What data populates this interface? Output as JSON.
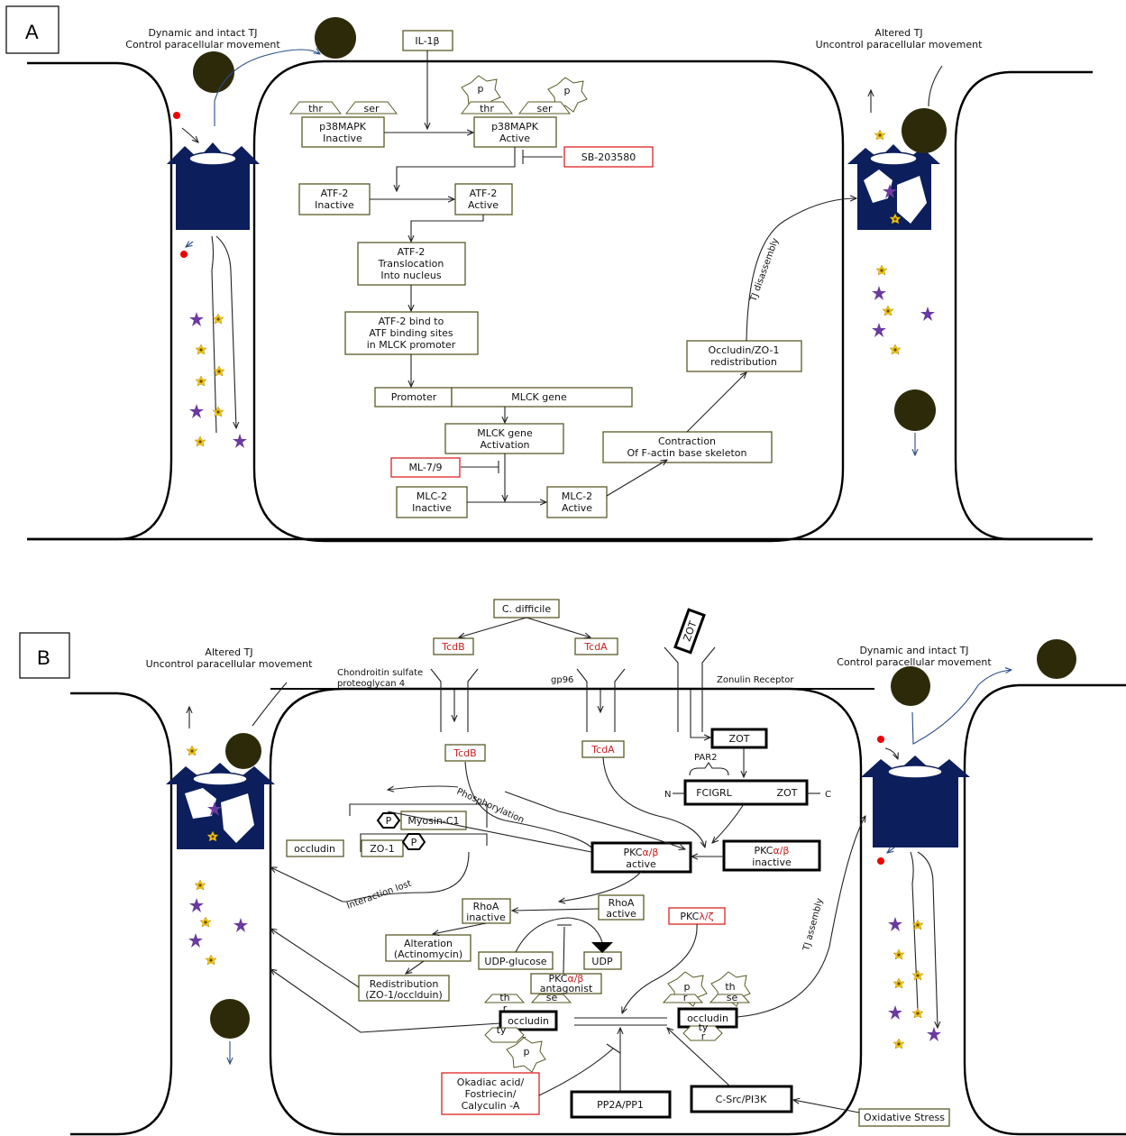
{
  "panels": {
    "a": {
      "label": "A",
      "left_caption": [
        "Dynamic and intact TJ",
        "Control paracellular movement"
      ],
      "right_caption": [
        "Altered TJ",
        "Uncontrol paracellular movement"
      ],
      "nodes": {
        "il1b": [
          "IL-1β"
        ],
        "thr1": [
          "thr"
        ],
        "ser1": [
          "ser"
        ],
        "p38_inactive": [
          "p38MAPK",
          "Inactive"
        ],
        "p_a": [
          "p"
        ],
        "p_b": [
          "p"
        ],
        "thr2": [
          "thr"
        ],
        "ser2": [
          "ser"
        ],
        "p38_active": [
          "p38MAPK",
          "Active"
        ],
        "sb": [
          "SB-203580"
        ],
        "atf2_inactive": [
          "ATF-2",
          "Inactive"
        ],
        "atf2_active": [
          "ATF-2",
          "Active"
        ],
        "atf2_trans": [
          "ATF-2",
          "Translocation",
          "Into nucleus"
        ],
        "atf2_bind": [
          "ATF-2  bind to",
          "ATF binding sites",
          "in MLCK promoter"
        ],
        "promoter": [
          "Promoter"
        ],
        "mlck_gene": [
          "MLCK gene"
        ],
        "mlck_act": [
          "MLCK gene",
          "Activation"
        ],
        "ml79": [
          "ML-7/9"
        ],
        "mlc2_inactive": [
          "MLC-2",
          "Inactive"
        ],
        "mlc2_active": [
          "MLC-2",
          "Active"
        ],
        "contraction": [
          "Contraction",
          "Of F-actin base skeleton"
        ],
        "occludin_zo1": [
          "Occludin/ZO-1",
          "redistribution"
        ]
      },
      "edge_labels": {
        "tj_disassembly": "TJ disassembly"
      }
    },
    "b": {
      "label": "B",
      "left_caption": [
        "Altered TJ",
        "Uncontrol paracellular movement"
      ],
      "right_caption": [
        "Dynamic and intact TJ",
        "Control paracellular movement"
      ],
      "receptor_labels": {
        "chondroitin": [
          "Chondroitin sulfate",
          "proteoglycan 4"
        ],
        "gp96": "gp96",
        "zonulin": "Zonulin Receptor"
      },
      "nodes": {
        "cdiff": [
          "C. difficile"
        ],
        "tcdb_top": [
          "TcdB"
        ],
        "tcda_top": [
          "TcdA"
        ],
        "zot_top": [
          "ZOT"
        ],
        "tcdb": [
          "TcdB"
        ],
        "tcda": [
          "TcdA"
        ],
        "zot": [
          "ZOT"
        ],
        "par2": [
          "PAR2"
        ],
        "fcigrl": [
          "FCIGRL"
        ],
        "zot_inner": [
          "ZOT"
        ],
        "n_term": [
          "N"
        ],
        "c_term": [
          "C"
        ],
        "myosin": [
          "Myosin-C1"
        ],
        "p1": [
          "P"
        ],
        "p2": [
          "P"
        ],
        "occludin_b": [
          "occludin"
        ],
        "zo1": [
          "ZO-1"
        ],
        "pkc_active": [
          "PKC",
          "active"
        ],
        "pkc_inactive": [
          "PKC",
          "inactive"
        ],
        "rhoa_inactive": [
          "RhoA",
          "inactive"
        ],
        "rhoa_active": [
          "RhoA",
          "active"
        ],
        "pkc_lz": [
          "PKC"
        ],
        "alteration": [
          "Alteration",
          "(Actinomycin)"
        ],
        "udp_glucose": [
          "UDP-glucose"
        ],
        "udp": [
          "UDP"
        ],
        "pkc_antag": [
          "PKC",
          "antagonist"
        ],
        "redistribution": [
          "Redistribution",
          "(ZO-1/occlduin)"
        ],
        "occludin_l": [
          "occludin"
        ],
        "occludin_r": [
          "occludin"
        ],
        "okadaic": [
          "Okadiac acid/",
          "Fostriecin/",
          "Calyculin -A"
        ],
        "pp2a": [
          "PP2A/PP1"
        ],
        "csrc": [
          "C-Src/PI3K"
        ],
        "oxidative": [
          "Oxidative Stress"
        ]
      },
      "greek": {
        "alpha_beta": "α/β",
        "lambda_zeta": "λ/ζ"
      },
      "edge_labels": {
        "phosphorylation": "Phosphorylation",
        "interaction_lost": "Interaction lost",
        "tj_assembly": "TJ assembly"
      },
      "occludin_tags": [
        "th",
        "r",
        "se",
        "ty",
        "r",
        "p",
        "p",
        "th",
        "r",
        "se",
        "ty",
        "r"
      ]
    }
  },
  "colors": {
    "tight_junction": "#0c1e5c",
    "particle": "#2d2a0a",
    "red_inhibitor": "#d22222",
    "yellow_star": "#f2c40f",
    "purple_star": "#6a3aa0"
  }
}
